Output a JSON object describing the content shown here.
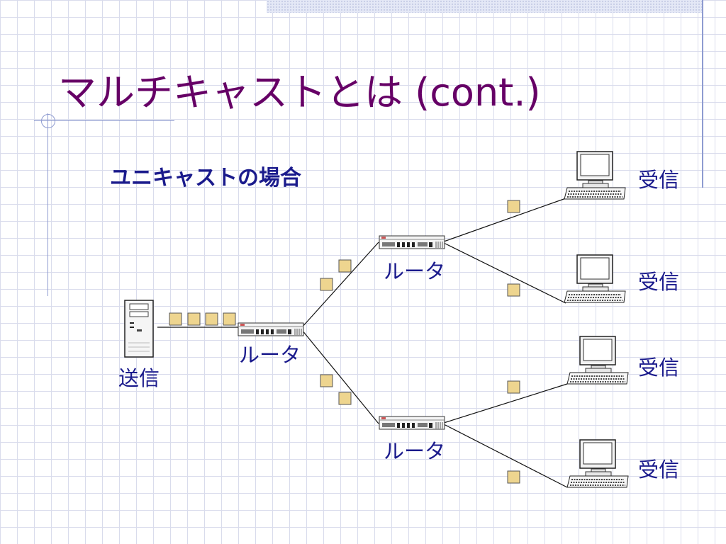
{
  "slide": {
    "title": "マルチキャストとは (cont.)",
    "subtitle": "ユニキャストの場合"
  },
  "labels": {
    "sender": "送信",
    "router_main": "ルータ",
    "router_upper": "ルータ",
    "router_lower": "ルータ",
    "receiver_1": "受信",
    "receiver_2": "受信",
    "receiver_3": "受信",
    "receiver_4": "受信"
  },
  "colors": {
    "title": "#660066",
    "text": "#1a1a8c",
    "packet": "#eed58f",
    "grid": "#d9dcec",
    "accent_rule": "#8e9bd0"
  },
  "diagram": {
    "nodes": [
      {
        "id": "sender",
        "kind": "server",
        "label_key": "sender"
      },
      {
        "id": "router_main",
        "kind": "router",
        "label_key": "router_main"
      },
      {
        "id": "router_upper",
        "kind": "router",
        "label_key": "router_upper"
      },
      {
        "id": "router_lower",
        "kind": "router",
        "label_key": "router_lower"
      },
      {
        "id": "receiver_1",
        "kind": "computer",
        "label_key": "receiver_1"
      },
      {
        "id": "receiver_2",
        "kind": "computer",
        "label_key": "receiver_2"
      },
      {
        "id": "receiver_3",
        "kind": "computer",
        "label_key": "receiver_3"
      },
      {
        "id": "receiver_4",
        "kind": "computer",
        "label_key": "receiver_4"
      }
    ],
    "links": [
      {
        "from": "sender",
        "to": "router_main",
        "packets": 4
      },
      {
        "from": "router_main",
        "to": "router_upper",
        "packets": 2
      },
      {
        "from": "router_main",
        "to": "router_lower",
        "packets": 2
      },
      {
        "from": "router_upper",
        "to": "receiver_1",
        "packets": 1
      },
      {
        "from": "router_upper",
        "to": "receiver_2",
        "packets": 1
      },
      {
        "from": "router_lower",
        "to": "receiver_3",
        "packets": 1
      },
      {
        "from": "router_lower",
        "to": "receiver_4",
        "packets": 1
      }
    ],
    "icons": {
      "sender": "server-tower-icon",
      "router": "router-icon",
      "receiver": "desktop-computer-icon",
      "packet": "packet-square-icon"
    }
  }
}
